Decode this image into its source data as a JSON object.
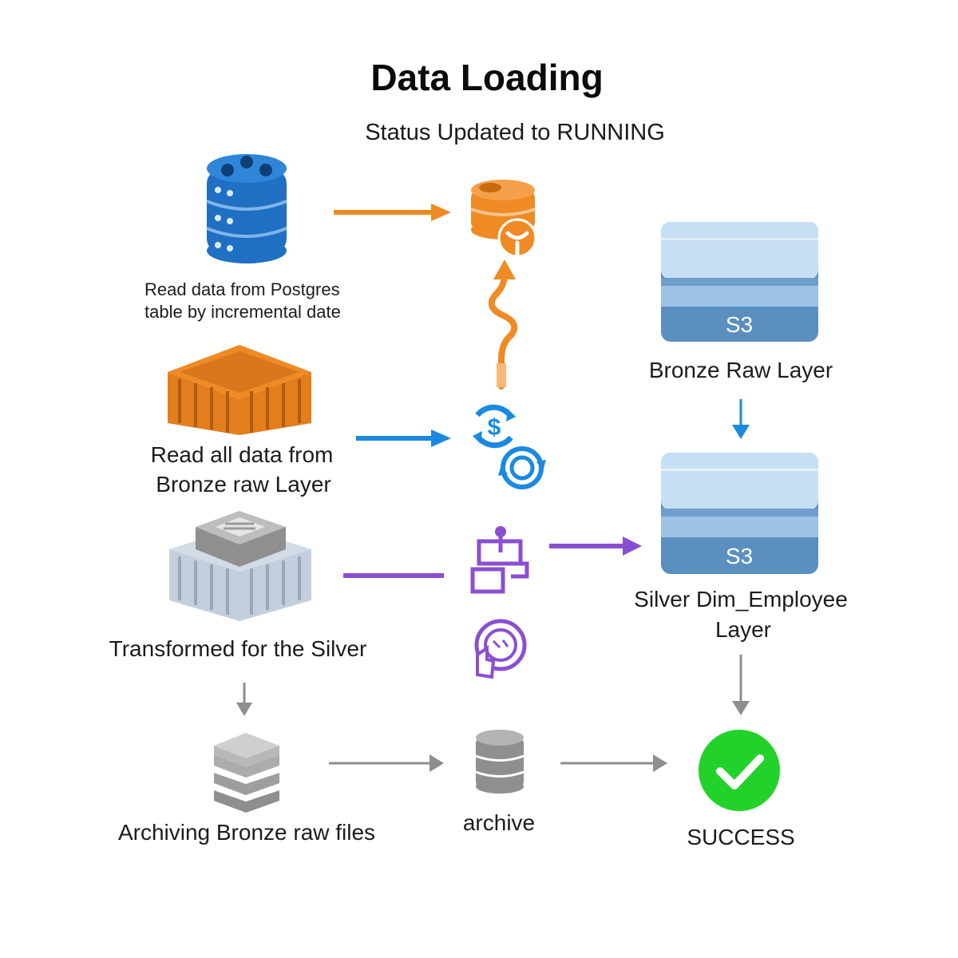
{
  "title": "Data Loading",
  "subtitle": "Status Updated to RUNNING",
  "nodes": {
    "postgres": {
      "label_line1": "Read data from Postgres",
      "label_line2": "table by incremental date",
      "icon": "database-icon"
    },
    "bronze_read": {
      "label_line1": "Read all data from",
      "label_line2": "Bronze raw Layer",
      "icon": "container-icon"
    },
    "transform": {
      "label": "Transformed for the Silver",
      "icon": "server-stack-icon"
    },
    "archive_bronze": {
      "label": "Archiving Bronze raw files",
      "icon": "layers-icon"
    },
    "archive": {
      "label": "archive",
      "icon": "database-icon"
    },
    "success": {
      "label": "SUCCESS",
      "icon": "check-circle-icon"
    },
    "bronze_s3": {
      "badge": "S3",
      "label": "Bronze Raw Layer",
      "icon": "s3-bucket-icon"
    },
    "silver_s3": {
      "badge": "S3",
      "label_line1": "Silver Dim_Employee",
      "label_line2": "Layer",
      "icon": "s3-bucket-icon"
    }
  },
  "colors": {
    "postgres_blue": "#1f6fc2",
    "orange": "#f08a24",
    "blue_arrow": "#1a8ae0",
    "purple": "#8a4fd1",
    "gray": "#8e8e8e",
    "s3_light": "#a9cdee",
    "s3_dark": "#5b8fc0",
    "success_green": "#22d12a"
  }
}
